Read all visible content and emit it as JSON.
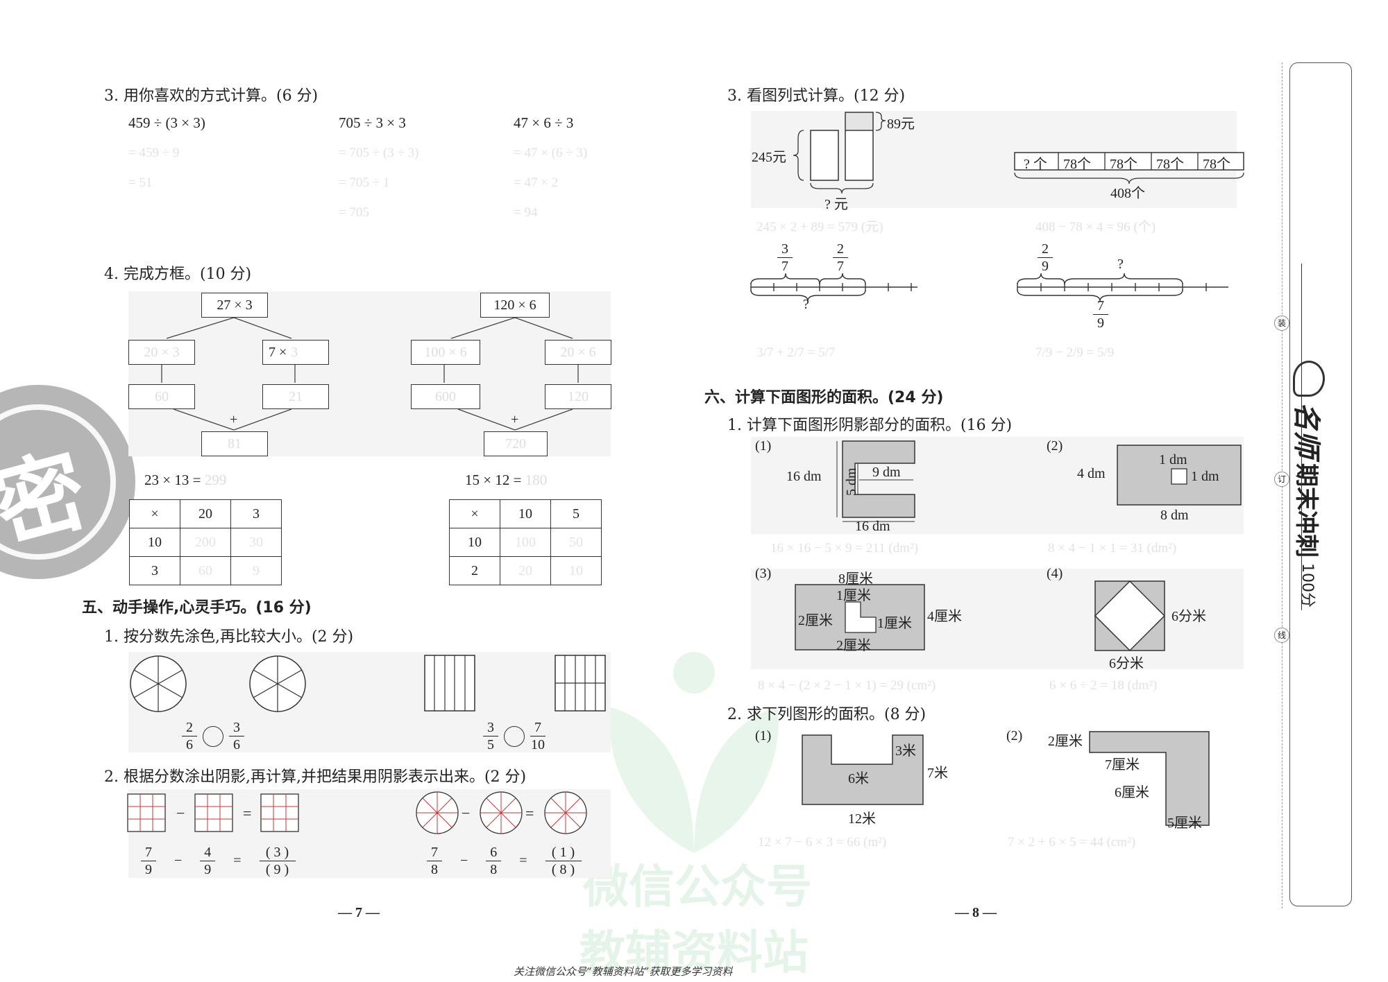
{
  "left": {
    "q3": {
      "title": "3. 用你喜欢的方式计算。(6 分)",
      "exprs": [
        "459 ÷ (3 × 3)",
        "705 ÷ 3 × 3",
        "47 × 6 ÷ 3"
      ],
      "faint": [
        [
          "= 459 ÷ 9",
          "= 51"
        ],
        [
          "= 705 ÷ (3 ÷ 3)",
          "= 705 ÷ 1",
          "= 705"
        ],
        [
          "= 47 × (6 ÷ 3)",
          "= 47 × 2",
          "= 94"
        ]
      ]
    },
    "q4": {
      "title": "4. 完成方框。(10 分)",
      "tree1": {
        "top": "27 × 3",
        "left": "20 × 3",
        "right": "7 ×",
        "right_faint": "3",
        "mid_left": "60",
        "mid_right": "21",
        "plus": "+",
        "bottom": "81"
      },
      "tree2": {
        "top": "120 × 6",
        "left": "100 × 6",
        "right": "20 × 6",
        "mid_left": "600",
        "mid_right": "120",
        "plus": "+",
        "bottom": "720"
      },
      "eq1": {
        "expr": "23 × 13 =",
        "ans": "299"
      },
      "eq2": {
        "expr": "15 × 12 =",
        "ans": "180"
      },
      "table1": {
        "header": [
          "×",
          "20",
          "3"
        ],
        "rows": [
          [
            "10",
            "200",
            "30"
          ],
          [
            "3",
            "60",
            "9"
          ]
        ]
      },
      "table2": {
        "header": [
          "×",
          "10",
          "5"
        ],
        "rows": [
          [
            "10",
            "100",
            "50"
          ],
          [
            "2",
            "20",
            "10"
          ]
        ]
      }
    },
    "sec5": {
      "title": "五、动手操作,心灵手巧。(16 分)",
      "q1": {
        "title": "1. 按分数先涂色,再比较大小。(2 分)",
        "cmp1": {
          "a_num": "2",
          "a_den": "6",
          "b_num": "3",
          "b_den": "6"
        },
        "cmp2": {
          "a_num": "3",
          "a_den": "5",
          "b_num": "7",
          "b_den": "10"
        }
      },
      "q2": {
        "title": "2. 根据分数涂出阴影,再计算,并把结果用阴影表示出来。(2 分)",
        "eq1": {
          "a_num": "7",
          "a_den": "9",
          "minus": "−",
          "b_num": "4",
          "b_den": "9",
          "eq": "=",
          "r_num": "( 3 )",
          "r_den": "( 9 )"
        },
        "eq2": {
          "a_num": "7",
          "a_den": "8",
          "minus": "−",
          "b_num": "6",
          "b_den": "8",
          "eq": "=",
          "r_num": "( 1 )",
          "r_den": "( 8 )"
        }
      }
    },
    "page_no": "— 7 —"
  },
  "right": {
    "q3": {
      "title": "3. 看图列式计算。(12 分)",
      "d1": {
        "total": "245元",
        "extra": "89元",
        "ques": "? 元"
      },
      "d2": {
        "cells": [
          "? 个",
          "78个",
          "78个",
          "78个",
          "78个"
        ],
        "total": "408个"
      },
      "faint1": "245 × 2 + 89 = 579 (元)",
      "faint2": "408 − 78 × 4 = 96 (个)",
      "d3": {
        "a_num": "3",
        "a_den": "7",
        "b_num": "2",
        "b_den": "7",
        "ques": "?"
      },
      "d4": {
        "a_num": "2",
        "a_den": "9",
        "ques": "?",
        "t_num": "7",
        "t_den": "9"
      },
      "faint3": "3/7 + 2/7 = 5/7",
      "faint4": "7/9 − 2/9 = 5/9"
    },
    "sec6": {
      "title": "六、计算下面图形的面积。(24 分)",
      "q1": {
        "title": "1. 计算下面图形阴影部分的面积。(16 分)",
        "f1": {
          "no": "(1)",
          "h": "16 dm",
          "inner_h": "5 dm",
          "inner_w": "9 dm",
          "w": "16 dm",
          "faint": "16 × 16 − 5 × 9 = 211 (dm²)"
        },
        "f2": {
          "no": "(2)",
          "h": "4 dm",
          "sq_top": "1 dm",
          "sq_side": "1 dm",
          "w": "8 dm",
          "faint": "8 × 4 − 1 × 1 = 31 (dm²)"
        },
        "f3": {
          "no": "(3)",
          "top": "8厘米",
          "a": "1厘米",
          "b": "2厘米",
          "c": "1厘米",
          "d": "2厘米",
          "h": "4厘米",
          "faint": "8 × 4 − (2 × 2 − 1 × 1) = 29 (cm²)"
        },
        "f4": {
          "no": "(4)",
          "side": "6分米",
          "bottom": "6分米",
          "faint": "6 × 6 ÷ 2 = 18 (dm²)"
        }
      },
      "q2": {
        "title": "2. 求下列图形的面积。(8 分)",
        "f1": {
          "no": "(1)",
          "notch": "3米",
          "inner": "6米",
          "h": "7米",
          "w": "12米",
          "faint": "12 × 7 − 6 × 3 = 66 (m²)"
        },
        "f2": {
          "no": "(2)",
          "a": "2厘米",
          "b": "7厘米",
          "c": "6厘米",
          "d": "5厘米",
          "faint": "7 × 2 + 6 × 5 = 44 (cm²)"
        }
      }
    },
    "page_no": "— 8 —"
  },
  "sidebar": {
    "brand": "名师",
    "title": "期末冲刺",
    "suffix": "100分",
    "marks": [
      "装",
      "订",
      "线"
    ]
  },
  "watermark": {
    "stamp": "密",
    "line1": "微信公众号",
    "line2": "教辅资料站"
  },
  "footer": "关注微信公众号“教辅资料站”获取更多学习资料",
  "colors": {
    "ink": "#222222",
    "panel": "#f4f4f4",
    "shade": "#c8c8c8",
    "watermark_green": "#2aa84a",
    "stamp": "#9a9a9a"
  }
}
